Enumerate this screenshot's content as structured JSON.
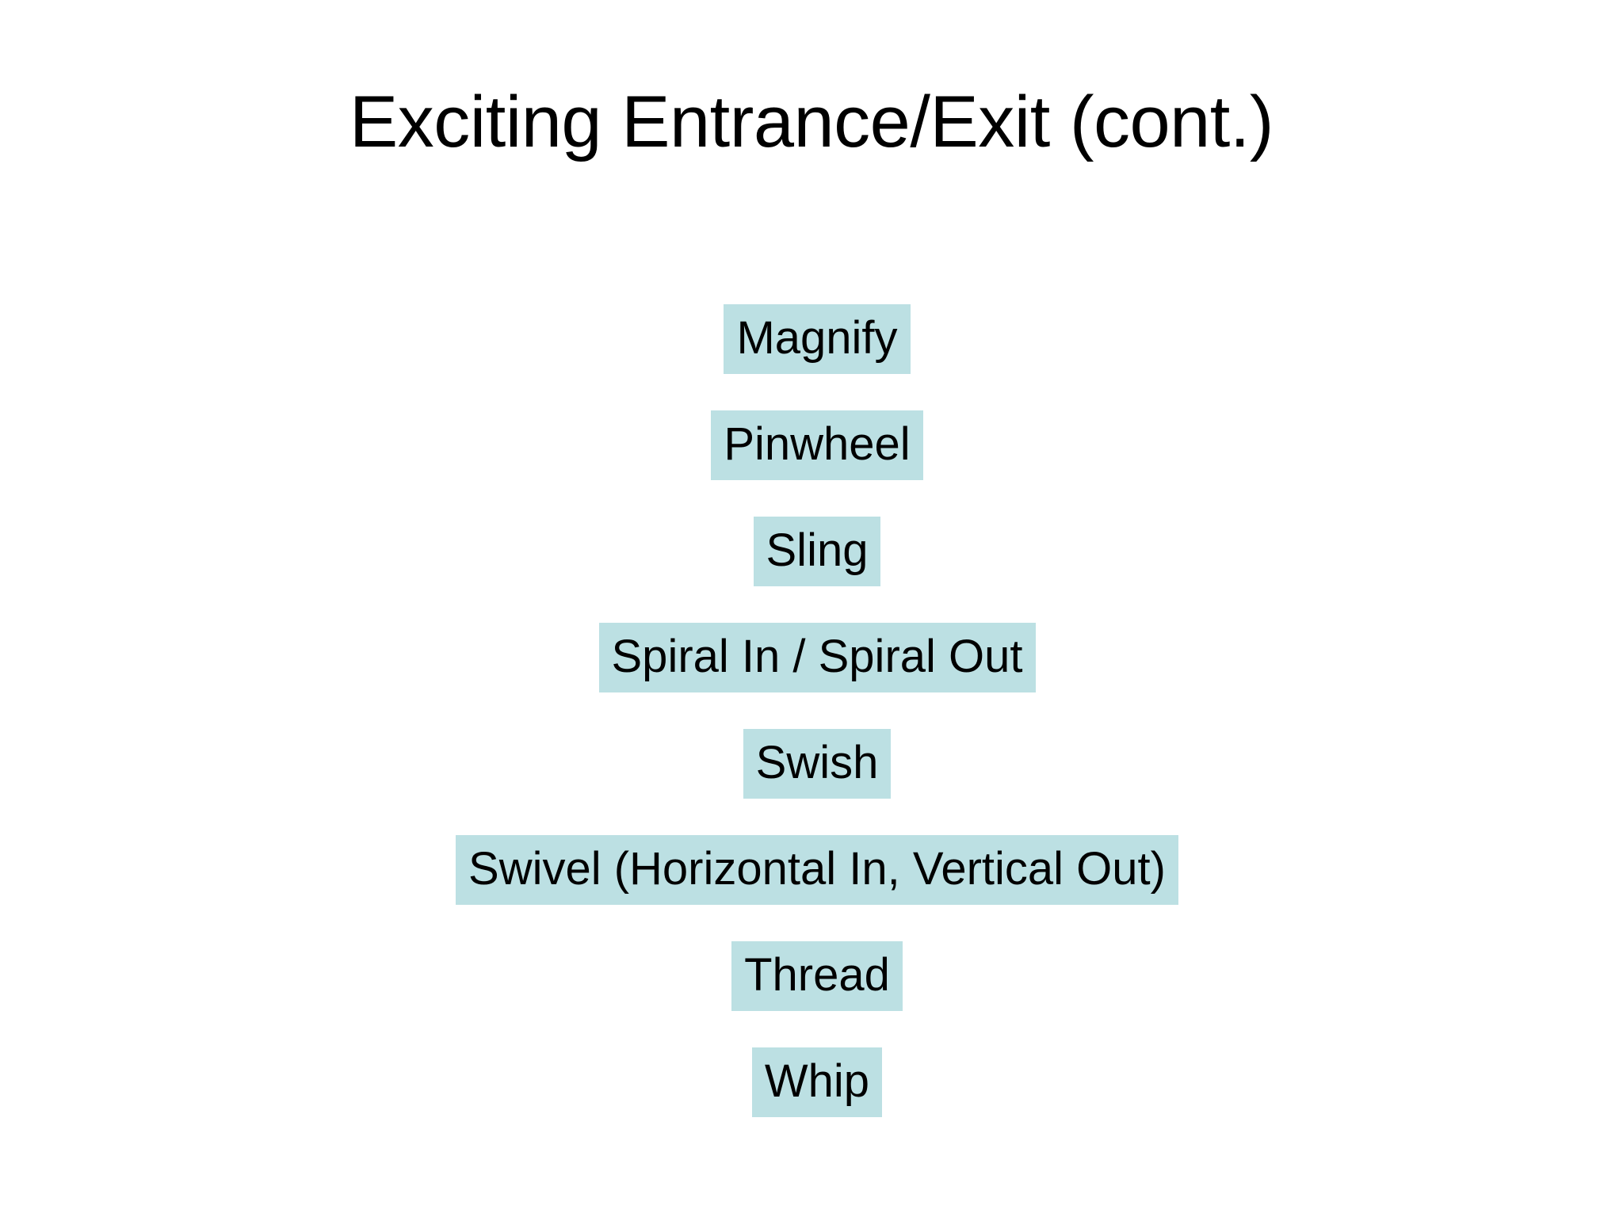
{
  "slide": {
    "title": "Exciting Entrance/Exit (cont.)",
    "background_color": "#FFFFFF",
    "title_color": "#000000",
    "highlight_color": "#BCE0E3",
    "items": [
      {
        "label": "Magnify"
      },
      {
        "label": "Pinwheel"
      },
      {
        "label": "Sling"
      },
      {
        "label": "Spiral In / Spiral Out"
      },
      {
        "label": "Swish"
      },
      {
        "label": "Swivel (Horizontal In, Vertical Out)"
      },
      {
        "label": "Thread"
      },
      {
        "label": "Whip"
      }
    ]
  }
}
